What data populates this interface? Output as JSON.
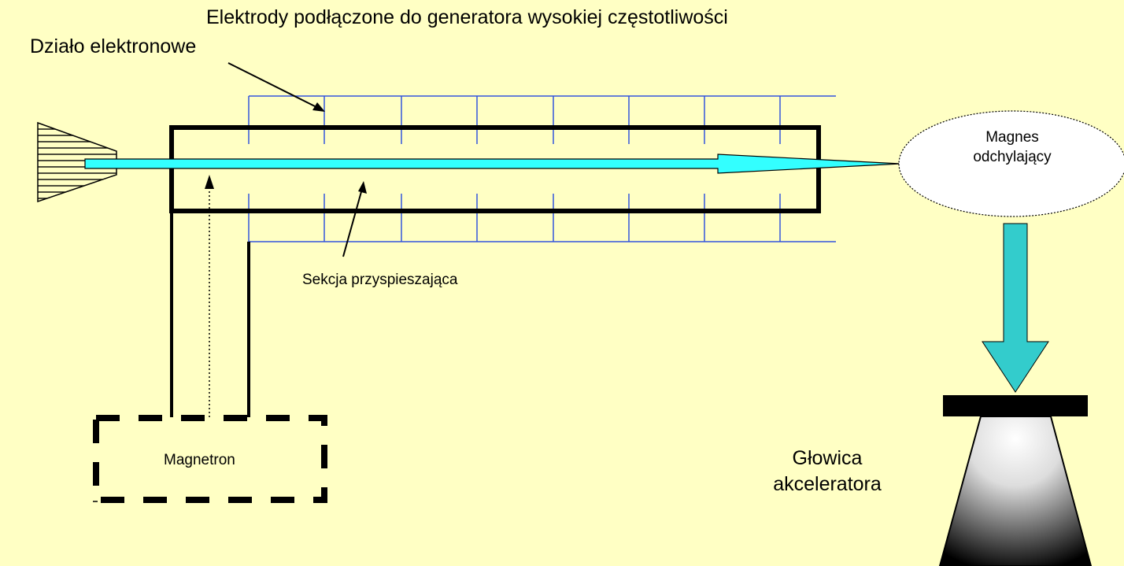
{
  "labels": {
    "electrodes": "Elektrody  podłączone do generatora wysokiej częstotliwości",
    "electron_gun": "Działo elektronowe",
    "accelerating_section": "Sekcja przyspieszająca",
    "magnetron": "Magnetron",
    "accelerator_head_line1": "Głowica",
    "accelerator_head_line2": "akceleratora",
    "bending_magnet_line1": "Magnes",
    "bending_magnet_line2": "odchylający"
  },
  "colors": {
    "background": "#FFFFC4",
    "beam": "#33FFFF",
    "electrode_lines": "#3355DD",
    "outline": "#000000",
    "magnet_fill": "#FFFFFF",
    "down_arrow": "#33CCCC"
  }
}
